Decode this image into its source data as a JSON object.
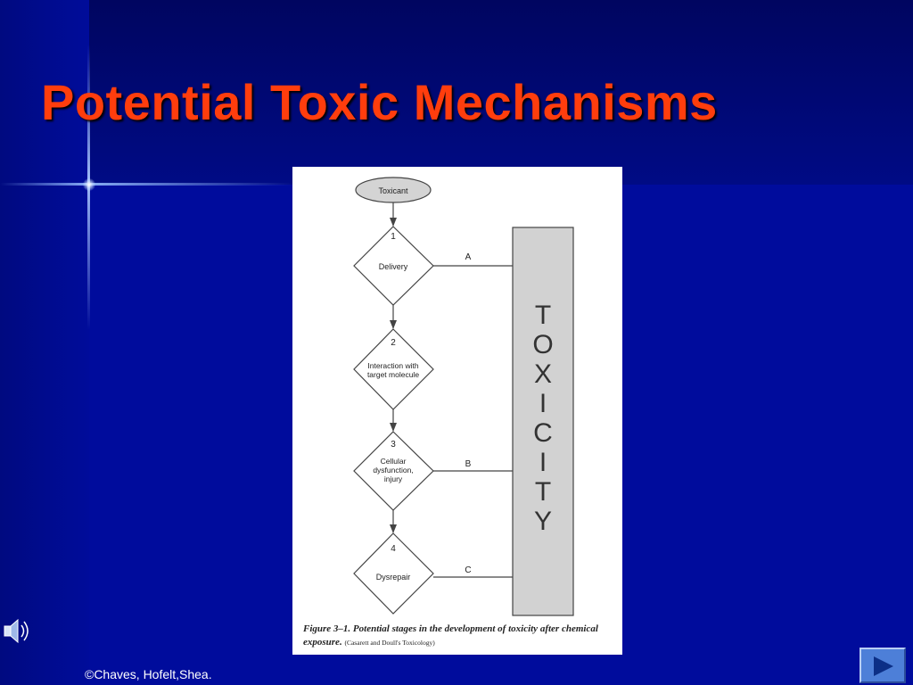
{
  "slide": {
    "title": "Potential Toxic Mechanisms",
    "footer": "©Chaves, Hofelt,Shea."
  },
  "diagram": {
    "start": "Toxicant",
    "steps": [
      {
        "number": "1",
        "lines": [
          "Delivery"
        ],
        "branch": "A"
      },
      {
        "number": "2",
        "lines": [
          "Interaction with",
          "target molecule"
        ],
        "branch": ""
      },
      {
        "number": "3",
        "lines": [
          "Cellular",
          "dysfunction,",
          "injury"
        ],
        "branch": "B"
      },
      {
        "number": "4",
        "lines": [
          "Dysrepair"
        ],
        "branch": "C"
      }
    ],
    "outcome_letters": [
      "T",
      "O",
      "X",
      "I",
      "C",
      "I",
      "T",
      "Y"
    ],
    "caption": "Figure 3–1. Potential stages in the development of toxicity after chemical exposure.",
    "caption_source": "(Casarett and Doull's Toxicology)"
  },
  "controls": {
    "speaker_icon": "speaker-icon",
    "next_icon": "play-arrow-icon"
  },
  "colors": {
    "title": "#ff3d0d",
    "background": "#000c9c",
    "button": "#4d7fd8"
  }
}
